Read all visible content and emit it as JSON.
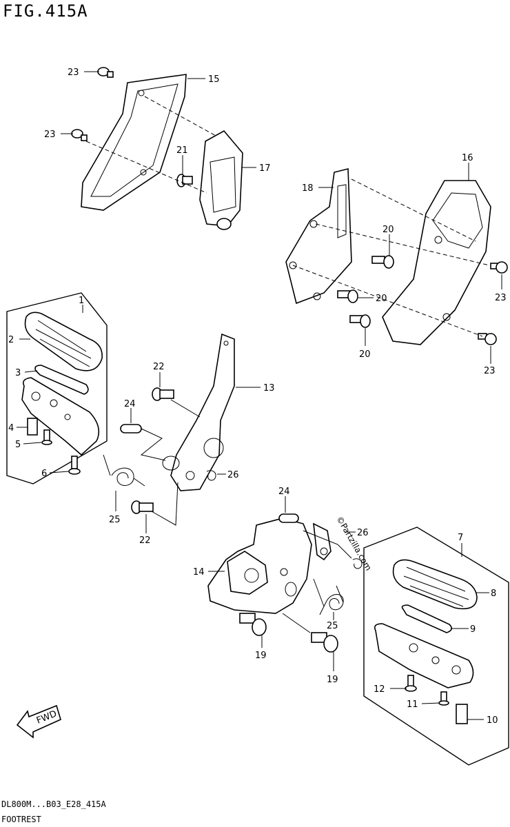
{
  "header": {
    "figure_title": "FIG.415A"
  },
  "footer": {
    "code": "DL800M...B03_E28_415A",
    "name": "FOOTREST"
  },
  "watermark": "©Partzilla.com",
  "fwd_label": "FWD",
  "callouts": [
    {
      "label": "23"
    },
    {
      "label": "15"
    },
    {
      "label": "23"
    },
    {
      "label": "21"
    },
    {
      "label": "17"
    },
    {
      "label": "16"
    },
    {
      "label": "18"
    },
    {
      "label": "20"
    },
    {
      "label": "20"
    },
    {
      "label": "20"
    },
    {
      "label": "23"
    },
    {
      "label": "23"
    },
    {
      "label": "1"
    },
    {
      "label": "2"
    },
    {
      "label": "3"
    },
    {
      "label": "4"
    },
    {
      "label": "5"
    },
    {
      "label": "6"
    },
    {
      "label": "22"
    },
    {
      "label": "24"
    },
    {
      "label": "13"
    },
    {
      "label": "26"
    },
    {
      "label": "25"
    },
    {
      "label": "22"
    },
    {
      "label": "24"
    },
    {
      "label": "26"
    },
    {
      "label": "14"
    },
    {
      "label": "7"
    },
    {
      "label": "8"
    },
    {
      "label": "9"
    },
    {
      "label": "25"
    },
    {
      "label": "19"
    },
    {
      "label": "19"
    },
    {
      "label": "12"
    },
    {
      "label": "11"
    },
    {
      "label": "10"
    }
  ]
}
